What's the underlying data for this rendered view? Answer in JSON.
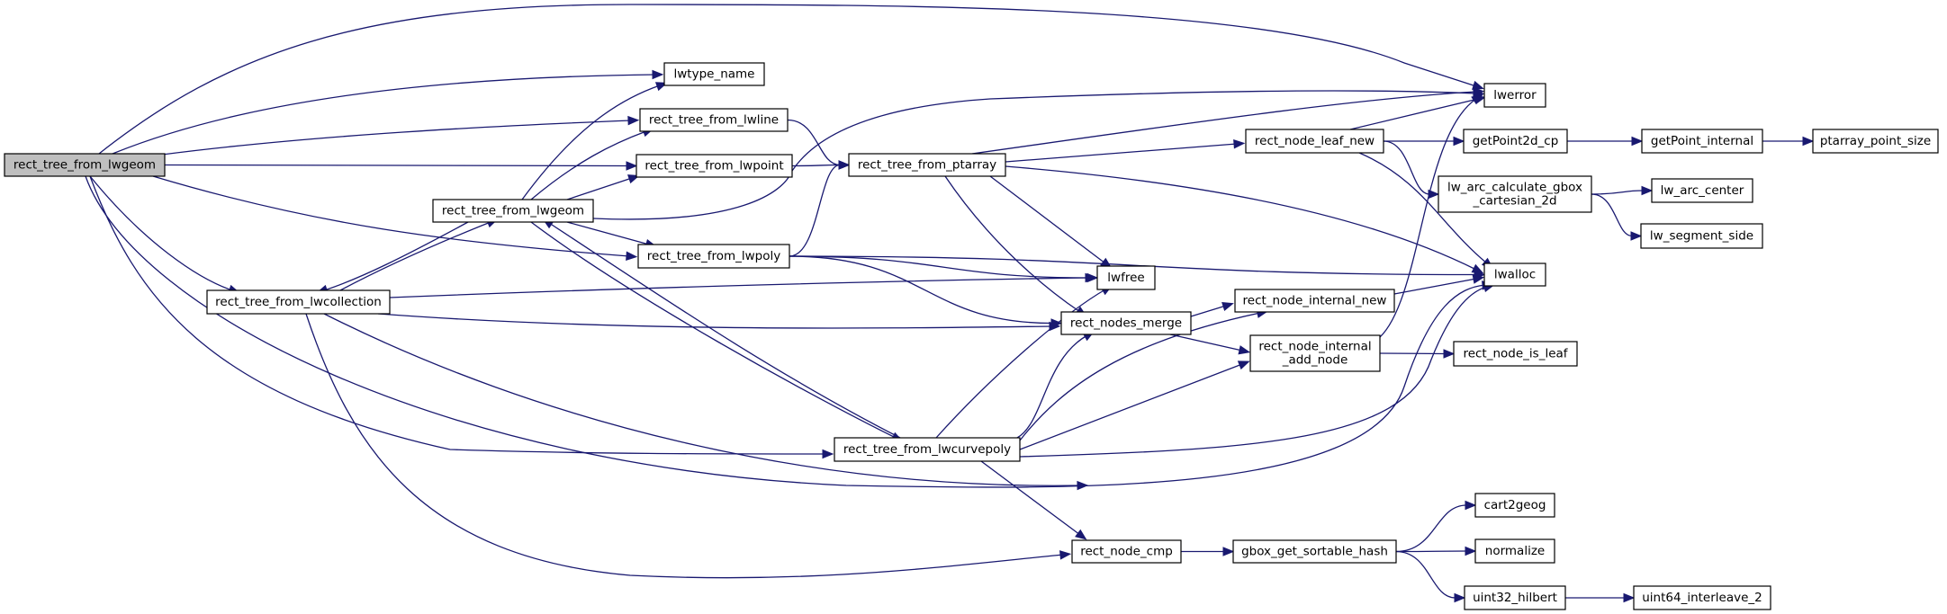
{
  "diagram": {
    "type": "call-graph",
    "edge_color": "#191970",
    "root_fill": "#bfbfbf",
    "nodes": [
      {
        "id": "root",
        "label": "rect_tree_from_lwgeom",
        "root": true
      },
      {
        "id": "lwtype_name",
        "label": "lwtype_name"
      },
      {
        "id": "lwline",
        "label": "rect_tree_from_lwline"
      },
      {
        "id": "lwpoint",
        "label": "rect_tree_from_lwpoint"
      },
      {
        "id": "lwgeom",
        "label": "rect_tree_from_lwgeom"
      },
      {
        "id": "lwpoly",
        "label": "rect_tree_from_lwpoly"
      },
      {
        "id": "lwcollection",
        "label": "rect_tree_from_lwcollection"
      },
      {
        "id": "ptarray",
        "label": "rect_tree_from_ptarray"
      },
      {
        "id": "lwcurvepoly",
        "label": "rect_tree_from_lwcurvepoly"
      },
      {
        "id": "lwfree",
        "label": "lwfree"
      },
      {
        "id": "merge",
        "label": "rect_nodes_merge"
      },
      {
        "id": "node_cmp",
        "label": "rect_node_cmp"
      },
      {
        "id": "leaf_new",
        "label": "rect_node_leaf_new"
      },
      {
        "id": "internal_new",
        "label": "rect_node_internal_new"
      },
      {
        "id": "add_node",
        "label": "rect_node_internal\n_add_node"
      },
      {
        "id": "hash",
        "label": "gbox_get_sortable_hash"
      },
      {
        "id": "lwerror",
        "label": "lwerror"
      },
      {
        "id": "lwalloc",
        "label": "lwalloc"
      },
      {
        "id": "getPoint2d_cp",
        "label": "getPoint2d_cp"
      },
      {
        "id": "arc_gbox",
        "label": "lw_arc_calculate_gbox\n_cartesian_2d"
      },
      {
        "id": "is_leaf",
        "label": "rect_node_is_leaf"
      },
      {
        "id": "cart2geog",
        "label": "cart2geog"
      },
      {
        "id": "normalize",
        "label": "normalize"
      },
      {
        "id": "hilbert",
        "label": "uint32_hilbert"
      },
      {
        "id": "getPoint_internal",
        "label": "getPoint_internal"
      },
      {
        "id": "arc_center",
        "label": "lw_arc_center"
      },
      {
        "id": "segment_side",
        "label": "lw_segment_side"
      },
      {
        "id": "point_size",
        "label": "ptarray_point_size"
      },
      {
        "id": "interleave",
        "label": "uint64_interleave_2"
      }
    ],
    "edges": [
      [
        "root",
        "lwerror"
      ],
      [
        "root",
        "lwtype_name"
      ],
      [
        "root",
        "lwline"
      ],
      [
        "root",
        "lwpoint"
      ],
      [
        "root",
        "lwpoly"
      ],
      [
        "root",
        "lwcollection"
      ],
      [
        "root",
        "lwcurvepoly"
      ],
      [
        "root",
        "lwalloc"
      ],
      [
        "lwgeom",
        "lwtype_name"
      ],
      [
        "lwgeom",
        "lwline"
      ],
      [
        "lwgeom",
        "lwpoint"
      ],
      [
        "lwgeom",
        "lwpoly"
      ],
      [
        "lwgeom",
        "lwcollection"
      ],
      [
        "lwgeom",
        "lwcurvepoly"
      ],
      [
        "lwgeom",
        "lwerror"
      ],
      [
        "lwcollection",
        "lwgeom"
      ],
      [
        "lwcollection",
        "lwfree"
      ],
      [
        "lwcollection",
        "merge"
      ],
      [
        "lwcollection",
        "node_cmp"
      ],
      [
        "lwcollection",
        "lwalloc"
      ],
      [
        "lwline",
        "ptarray"
      ],
      [
        "lwpoint",
        "ptarray"
      ],
      [
        "lwpoly",
        "ptarray"
      ],
      [
        "lwpoly",
        "lwfree"
      ],
      [
        "lwpoly",
        "merge"
      ],
      [
        "lwpoly",
        "lwalloc"
      ],
      [
        "lwcurvepoly",
        "lwgeom"
      ],
      [
        "lwcurvepoly",
        "lwfree"
      ],
      [
        "lwcurvepoly",
        "merge"
      ],
      [
        "lwcurvepoly",
        "internal_new"
      ],
      [
        "lwcurvepoly",
        "add_node"
      ],
      [
        "lwcurvepoly",
        "node_cmp"
      ],
      [
        "lwcurvepoly",
        "lwalloc"
      ],
      [
        "ptarray",
        "lwerror"
      ],
      [
        "ptarray",
        "leaf_new"
      ],
      [
        "ptarray",
        "lwfree"
      ],
      [
        "ptarray",
        "merge"
      ],
      [
        "ptarray",
        "lwalloc"
      ],
      [
        "merge",
        "internal_new"
      ],
      [
        "merge",
        "add_node"
      ],
      [
        "leaf_new",
        "lwerror"
      ],
      [
        "leaf_new",
        "getPoint2d_cp"
      ],
      [
        "leaf_new",
        "arc_gbox"
      ],
      [
        "leaf_new",
        "lwalloc"
      ],
      [
        "internal_new",
        "lwalloc"
      ],
      [
        "add_node",
        "lwerror"
      ],
      [
        "add_node",
        "is_leaf"
      ],
      [
        "node_cmp",
        "hash"
      ],
      [
        "hash",
        "cart2geog"
      ],
      [
        "hash",
        "normalize"
      ],
      [
        "hash",
        "hilbert"
      ],
      [
        "getPoint2d_cp",
        "getPoint_internal"
      ],
      [
        "getPoint_internal",
        "point_size"
      ],
      [
        "arc_gbox",
        "arc_center"
      ],
      [
        "arc_gbox",
        "segment_side"
      ],
      [
        "hilbert",
        "interleave"
      ]
    ]
  }
}
